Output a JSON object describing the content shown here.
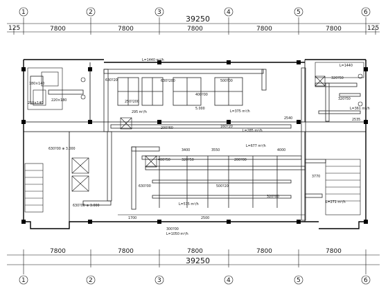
{
  "plan": {
    "total_dimension": "39250",
    "bays": [
      "7800",
      "7800",
      "7800",
      "7800",
      "7800"
    ],
    "edge_offset": "125",
    "axes": [
      "1",
      "2",
      "3",
      "4",
      "5",
      "6"
    ]
  },
  "annotations": {
    "top_left_airflow": "L=1440 m³/h",
    "top_left_duct": "630?20",
    "duct_a": "250?200",
    "flow_left": "295 m³/h",
    "duct_b": "630?200",
    "duct_c": "500?00",
    "duct_d": "400?00",
    "duct_e": "5.000",
    "flow_mid": "L=375 m³/h",
    "duct_f": "200?60",
    "duct_g": "160?20",
    "flow_mid2": "L=285 m³/h",
    "top_right_airflow": "L=1440",
    "duct_h": "320?50",
    "duct_i": "320?50",
    "flow_right": "L=361 m³/h",
    "right_dim": "2535",
    "left_duct": "630?00 ⊕ 3.000",
    "left_low_duct": "630?00 ⊕ 3.000",
    "mid_flow": "L=677 m³/h",
    "duct_j": "400?50",
    "duct_k": "320?50",
    "duct_l": "200?00",
    "duct_m": "630?00",
    "duct_n": "500?20",
    "flow_low": "L=575 m³/h",
    "duct_o": "320?00",
    "flow_right_low": "L=271 m³/h",
    "bottom_duct": "300?00",
    "bottom_flow": "L=1050 m³/h",
    "d3400": "3400",
    "d3550": "3550",
    "d4000": "4000",
    "d2540": "2540",
    "d1700": "1700",
    "d3770": "3770",
    "d2500": "2500",
    "d180": "180×140",
    "d220": "220×180",
    "d250": "250×140"
  },
  "colors": {
    "line": "#111111",
    "duct": "#222222",
    "wall": "#000000"
  }
}
